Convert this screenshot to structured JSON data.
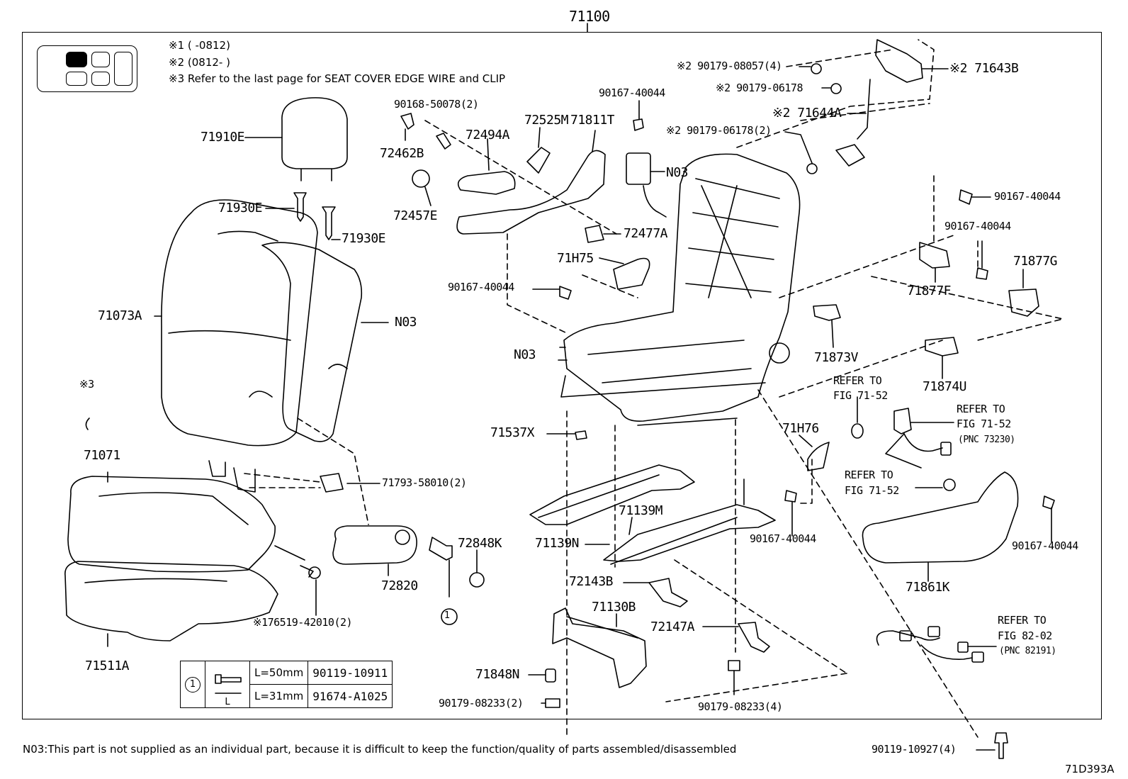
{
  "diagram_code": "71D393A",
  "assembly_number": "71100",
  "notes": {
    "n1": "※1 (       -0812)",
    "n2": "※2 (0812-      )",
    "n3": "※3 Refer to the last page for SEAT COVER EDGE WIRE and CLIP",
    "n03_footer": "N03:This part is not supplied as an individual part, because it is difficult to keep the function/quality of parts assembled/disassembled"
  },
  "labels": {
    "p71910E": "71910E",
    "p71930E_a": "71930E",
    "p71930E_b": "71930E",
    "p71073A": "71073A",
    "pN03_back": "N03",
    "p3mark": "※3",
    "p71071": "71071",
    "p71511A": "71511A",
    "p71793": "71793-58010(2)",
    "p72820": "72820",
    "p72848K": "72848K",
    "p76519": "※176519-42010(2)",
    "p90168": "90168-50078(2)",
    "p72462B": "72462B",
    "p72494A": "72494A",
    "p72525M": "72525M",
    "p71811T": "71811T",
    "p72457E": "72457E",
    "p90167_top": "90167-40044",
    "pN03_top": "N03",
    "p72477A": "72477A",
    "p71H75": "71H75",
    "p90167_mid": "90167-40044",
    "pN03_frame": "N03",
    "p71537X": "71537X",
    "p71139M": "71139M",
    "p71139N": "71139N",
    "p72143B": "72143B",
    "p71130B": "71130B",
    "p72147A": "72147A",
    "p71848N": "71848N",
    "p90179_08233_2": "90179-08233(2)",
    "p90179_08233_4": "90179-08233(4)",
    "p90179_08057": "※2 90179-08057(4)",
    "p90179_06178": "※2 90179-06178",
    "p90179_06178_2": "※2 90179-06178(2)",
    "p71644A": "※2 71644A",
    "p71643B": "※2 71643B",
    "p90167_r1": "90167-40044",
    "p90167_r2": "90167-40044",
    "p71877F": "71877F",
    "p71877G": "71877G",
    "p71873V": "71873V",
    "p71874U": "71874U",
    "pRefer1a": "REFER TO",
    "pRefer1b": "FIG 71-52",
    "pRefer2a": "REFER TO",
    "pRefer2b": "FIG 71-52",
    "pRefer2c": "(PNC 73230)",
    "p71H76": "71H76",
    "pRefer3a": "REFER TO",
    "pRefer3b": "FIG 71-52",
    "p90167_b1": "90167-40044",
    "p90167_b2": "90167-40044",
    "p71861K": "71861K",
    "pRefer4a": "REFER TO",
    "pRefer4b": "FIG 82-02",
    "pRefer4c": "(PNC 82191)",
    "p90119_10927": "90119-10927(4)",
    "circle1_a": "1",
    "circle1_b": "1"
  },
  "bolt_table": {
    "marker": "1",
    "dim_label": "L",
    "rows": [
      {
        "length": "L=50mm",
        "part": "90119-10911"
      },
      {
        "length": "L=31mm",
        "part": "91674-A1025"
      }
    ]
  }
}
